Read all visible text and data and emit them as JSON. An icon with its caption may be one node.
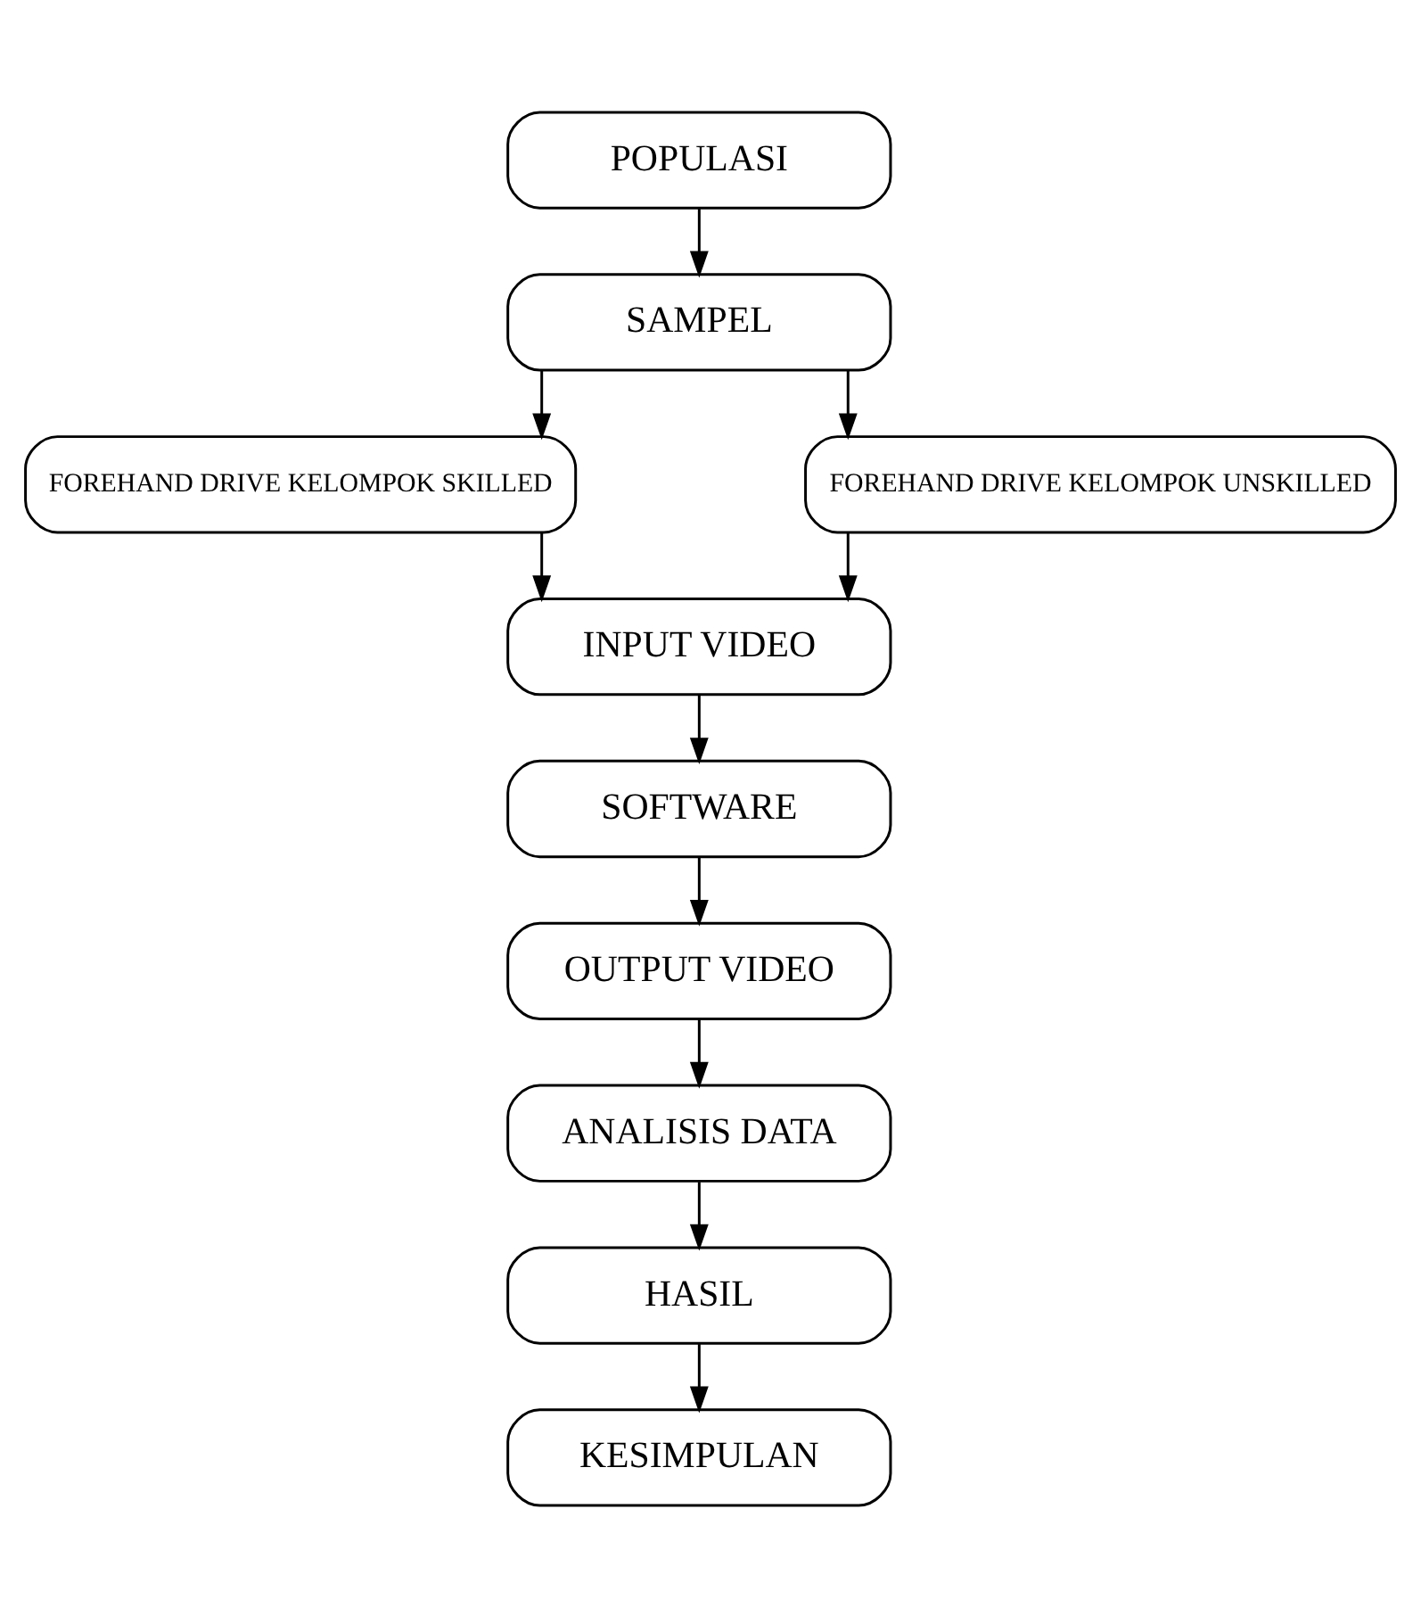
{
  "diagram": {
    "nodes": [
      {
        "text": [
          "POPULASI"
        ]
      },
      {
        "text": [
          "SAMPEL"
        ]
      },
      {
        "text": [
          "FOREHAND DRIVE KELOMPOK SKILLED"
        ]
      },
      {
        "text": [
          "FOREHAND DRIVE KELOMPOK UNSKILLED"
        ]
      },
      {
        "text": [
          "INPUT VIDEO"
        ]
      },
      {
        "text": [
          "SOFTWARE"
        ]
      },
      {
        "text": [
          "OUTPUT VIDEO"
        ]
      },
      {
        "text": [
          "ANALISIS DATA"
        ]
      },
      {
        "text": [
          "HASIL"
        ]
      },
      {
        "text": [
          "KESIMPULAN"
        ]
      }
    ],
    "edges": [
      {
        "from": 0,
        "to": 1,
        "arrow": "to"
      },
      {
        "from": 1,
        "to": 2,
        "arrow": "to"
      },
      {
        "from": 1,
        "to": 3,
        "arrow": "to"
      },
      {
        "from": 2,
        "to": 4,
        "arrow": "to"
      },
      {
        "from": 3,
        "to": 4,
        "arrow": "to"
      },
      {
        "from": 4,
        "to": 5,
        "arrow": "to"
      },
      {
        "from": 5,
        "to": 6,
        "arrow": "to"
      },
      {
        "from": 6,
        "to": 7,
        "arrow": "to"
      },
      {
        "from": 7,
        "to": 8,
        "arrow": "to"
      },
      {
        "from": 8,
        "to": 9,
        "arrow": "to"
      }
    ]
  }
}
